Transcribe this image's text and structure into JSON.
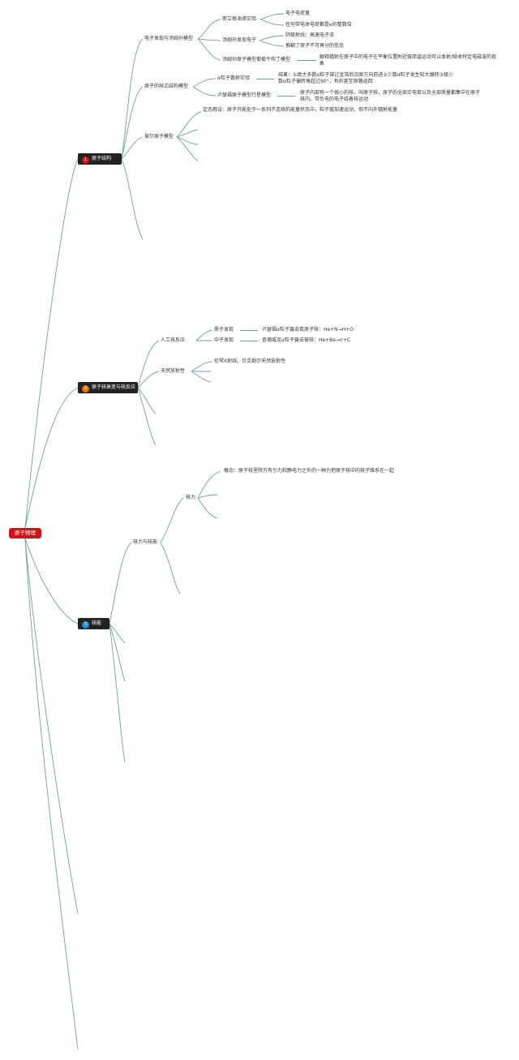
{
  "root": {
    "label": "原子物理"
  },
  "branches": [
    {
      "number": "1",
      "label": "原子结构",
      "badge_color": "#d6101a"
    },
    {
      "number": "2",
      "label": "原子核衰变与核反应",
      "badge_color": "#e0730f"
    },
    {
      "number": "3",
      "label": "核能",
      "badge_color": "#1f8fd1"
    }
  ],
  "b1": {
    "n1": {
      "label": "电子发现与汤姆孙模型"
    },
    "n1a": {
      "label": "密立根油滴实验"
    },
    "n1a1": {
      "label": "电子电荷量"
    },
    "n1a2": {
      "label": "任何带电体电荷都是e的整数倍"
    },
    "n1b": {
      "label": "汤姆孙发现电子"
    },
    "n1b1": {
      "label": "阴极射线：高速电子流"
    },
    "n1b2": {
      "label": "推翻了原子不可再分的信念"
    },
    "n1c": {
      "label": "汤姆孙原子模型葡萄干布丁模型"
    },
    "n1c1": {
      "label": "解释辐射在原子中的电子在平衡位置附近做简谐运动可以发射/吸收特定电磁波的现象"
    },
    "n2": {
      "label": "原子的核式结构模型"
    },
    "n2a": {
      "label": "α粒子散射实验"
    },
    "n2a1": {
      "label": "结果：①绝大多数α粒子穿过金箔后沿原方向前进②少数α粒子发生较大偏转③极少数α粒子偏转角超过90°，有的甚至原路返回"
    },
    "n2b": {
      "label": "卢瑟福原子模型行星模型"
    },
    "n2b1": {
      "label": "原子内部有一个很小的核，叫原子核，原子的全部正电荷以及全部质量都集中在原子核内。带负电的电子绕着核运动"
    },
    "n3": {
      "label": "玻尔原子模型"
    },
    "n3a": {
      "label": "定态假设：原子只能处于一系列不连续的能量状态中，粒子做加速运动，但不向外辐射能量"
    }
  },
  "b2": {
    "n1": {
      "label": "人工核反应"
    },
    "n1a": {
      "label": "质子发现"
    },
    "n1a1": {
      "label": "卢瑟福α粒子轰击氮原子核：He+N→H+O"
    },
    "n1b": {
      "label": "中子发现"
    },
    "n1b1": {
      "label": "查德威克α粒子轰击铍核：He+Be→n+C"
    },
    "n2": {
      "label": "天然放射性"
    },
    "n2a": {
      "label": "伦琴X射线，贝克勒尔天然放射性"
    }
  },
  "b3": {
    "n1": {
      "label": "核力与核能"
    },
    "n1a": {
      "label": "核力"
    },
    "n1a1": {
      "label": "概念：原子核里除万有引力和静电力之外的一种力把原子核中的核子维系在一起"
    }
  }
}
